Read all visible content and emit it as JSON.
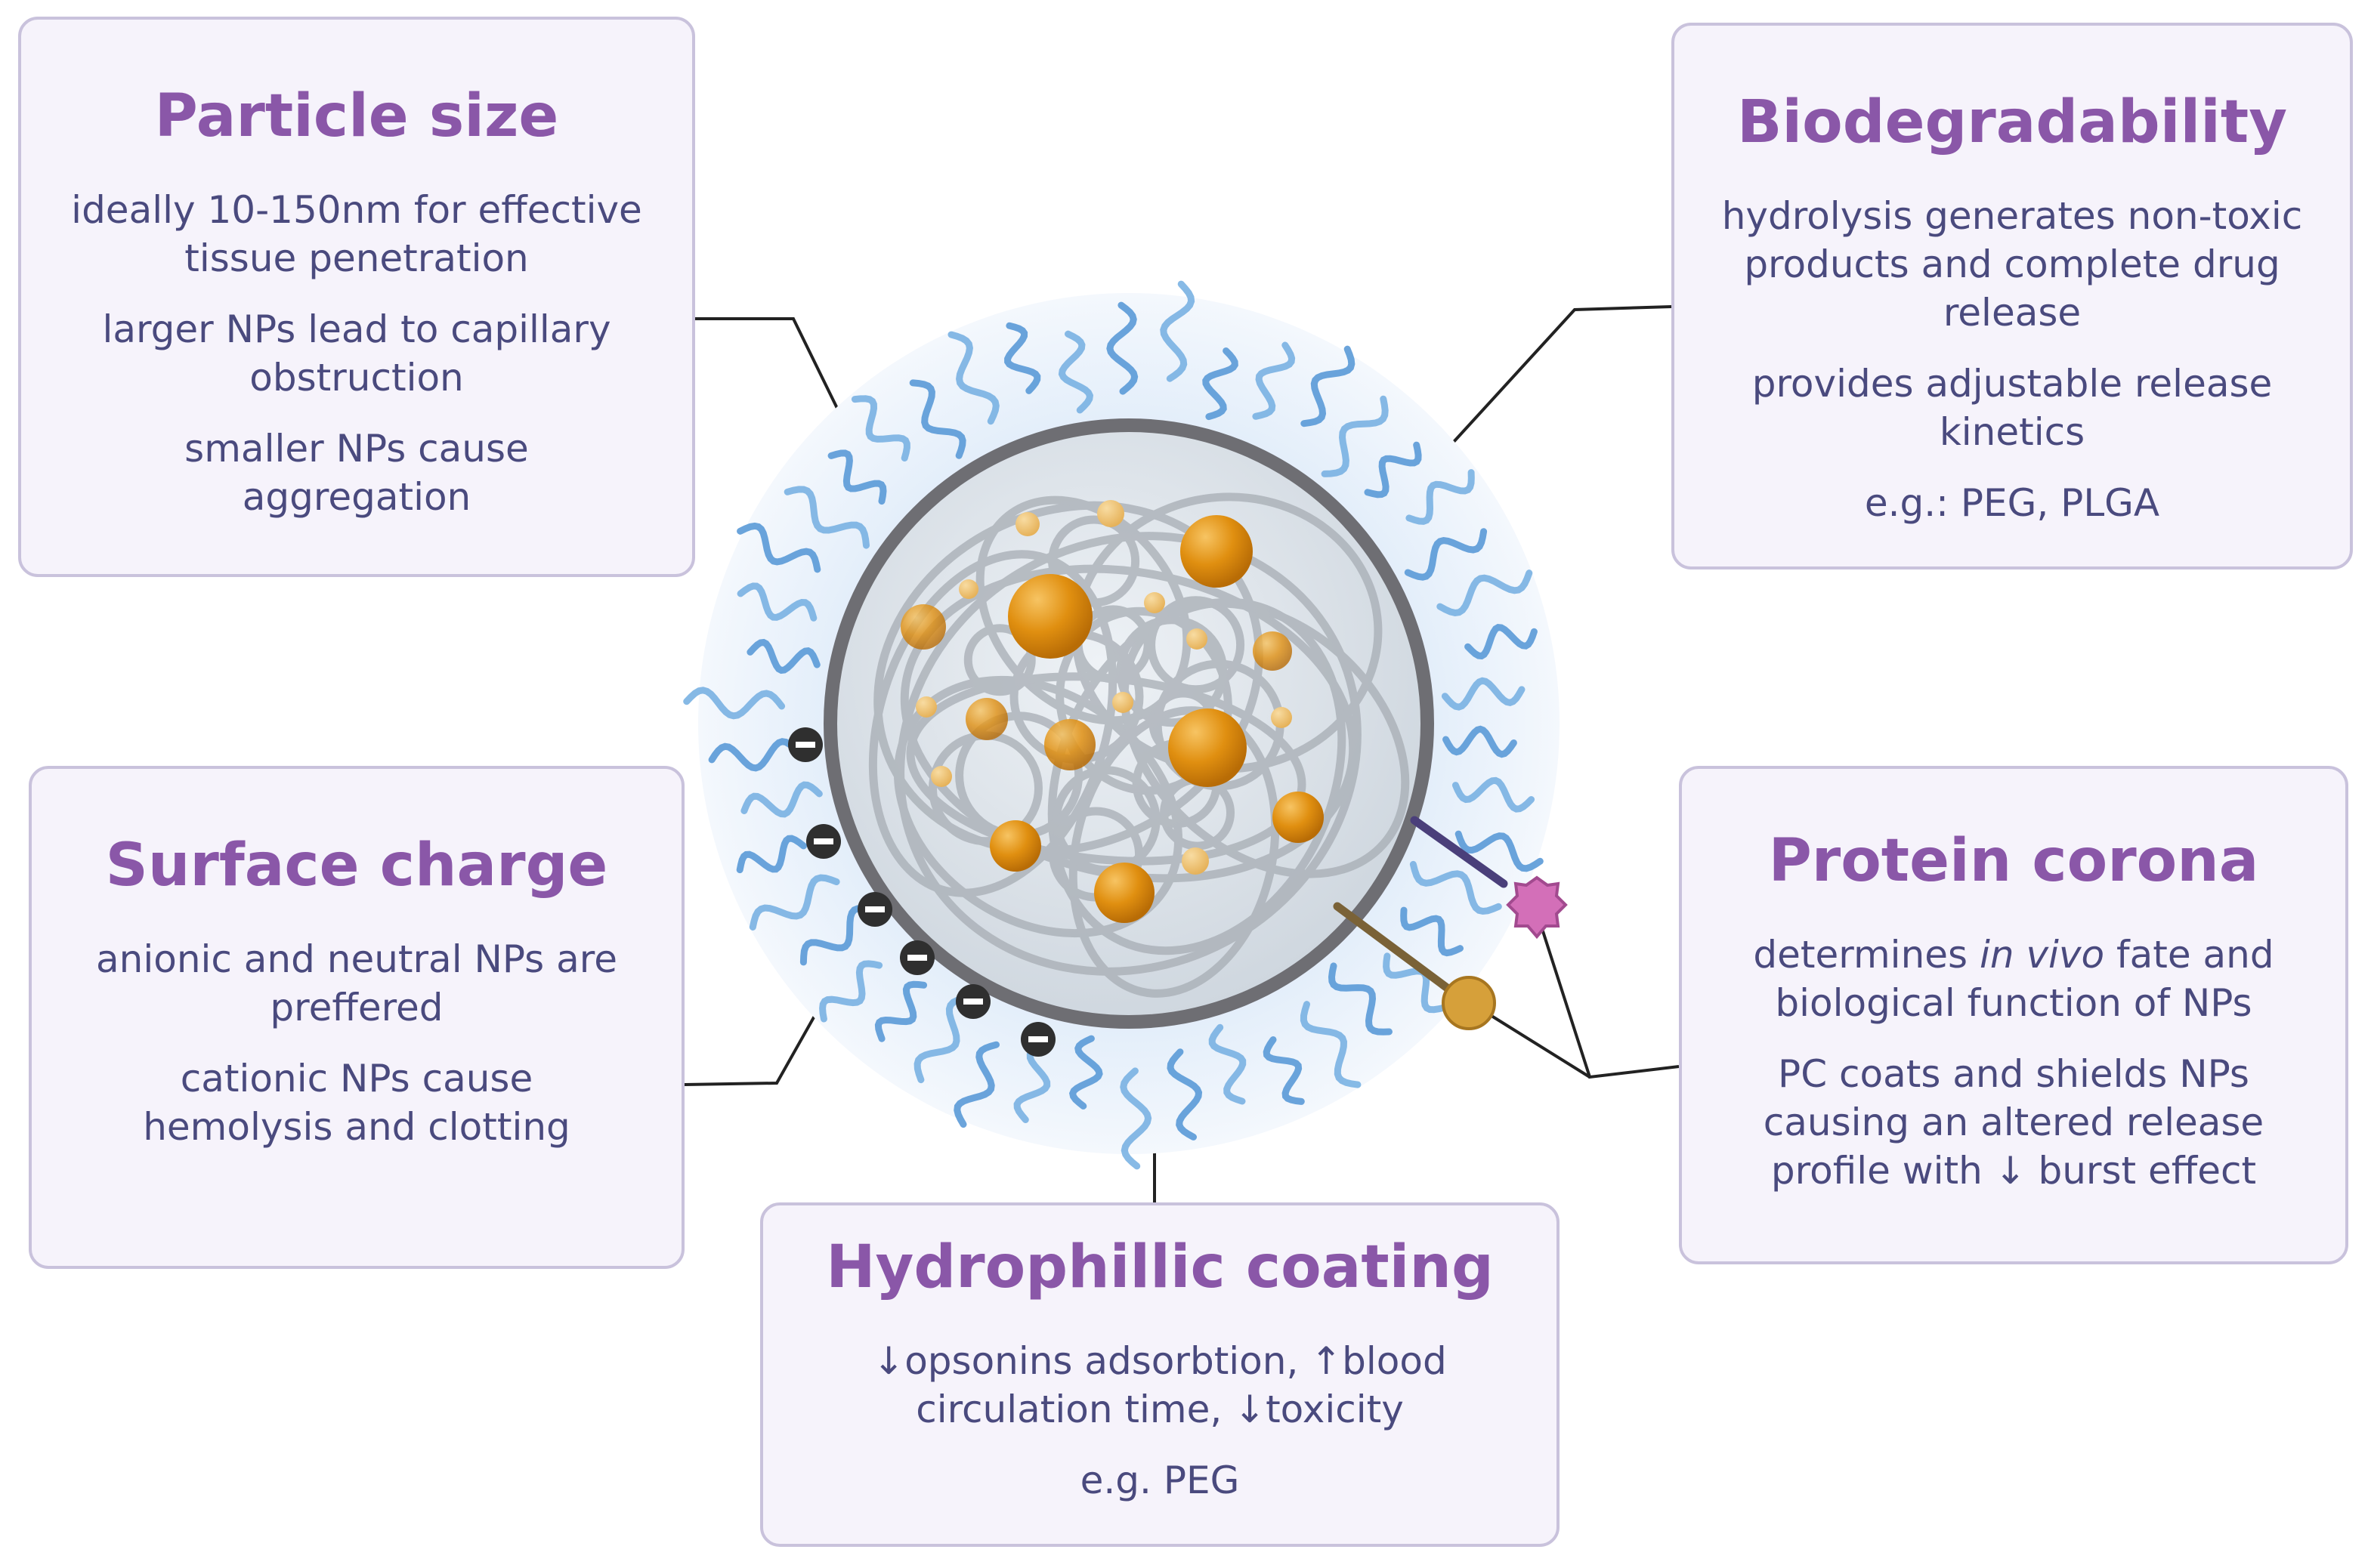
{
  "particle_size": {
    "title": "Particle size",
    "lines": [
      "ideally 10-150nm for effective tissue penetration",
      "larger NPs lead to capillary obstruction",
      "smaller NPs cause aggregation"
    ]
  },
  "biodegradability": {
    "title": "Biodegradability",
    "lines": [
      "hydrolysis generates non-toxic products and complete drug release",
      "provides adjustable release kinetics",
      "e.g.: PEG, PLGA"
    ]
  },
  "surface_charge": {
    "title": "Surface charge",
    "lines": [
      "anionic and neutral NPs are preffered",
      "cationic NPs cause hemolysis and clotting"
    ]
  },
  "protein_corona": {
    "title": "Protein corona",
    "line1_prefix": "determines ",
    "line1_italic": "in vivo",
    "line1_suffix": " fate and biological function of NPs",
    "line2": "PC coats and shields NPs causing an altered release profile with ↓ burst effect"
  },
  "hydrophilic_coating": {
    "title": "Hydrophillic coating",
    "lines": [
      "↓opsonins adsorbtion, ↑blood circulation time, ↓toxicity",
      "e.g. PEG"
    ]
  },
  "colors": {
    "title": "#8a57a8",
    "text": "#4a4a7e",
    "card_bg": "#f6f3fb",
    "card_border": "#c9c2dc",
    "drug": "#e08f10",
    "peg": "#5b9bd8",
    "protein_pink": "#d36fb8"
  }
}
